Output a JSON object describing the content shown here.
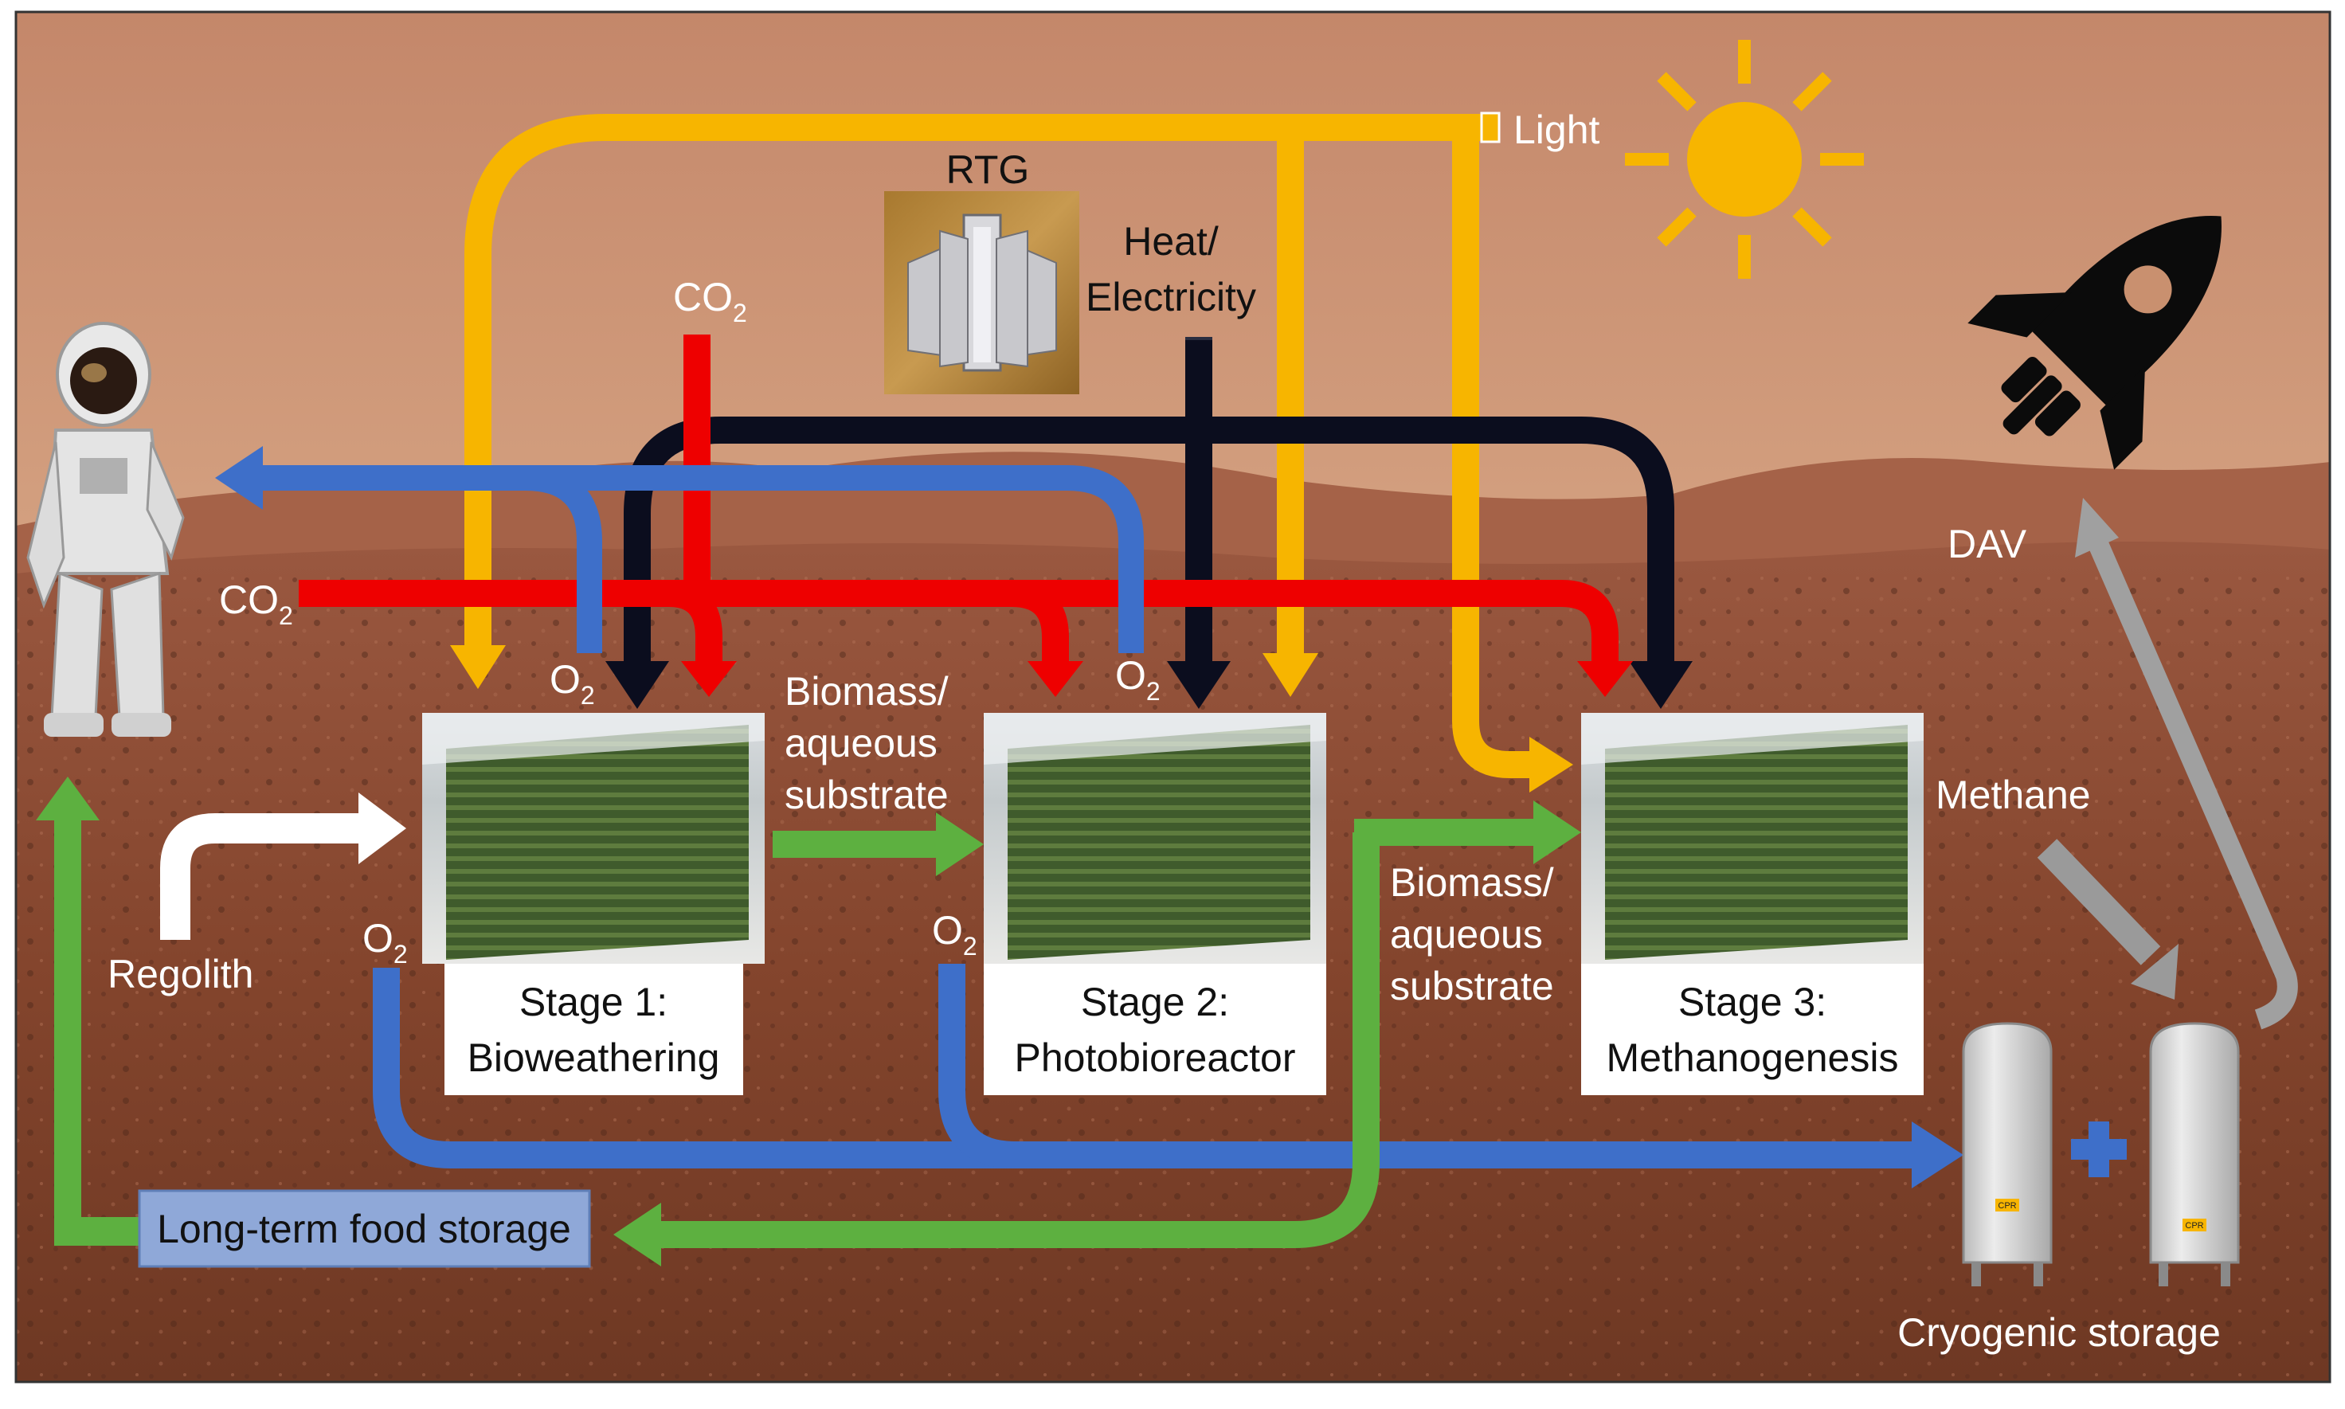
{
  "labels": {
    "light": "Light",
    "rtg": "RTG",
    "heat_line1": "Heat/",
    "heat_line2": "Electricity",
    "co2_top": "CO",
    "co2_left": "CO",
    "sub_2": "2",
    "o2_a": "O",
    "o2_b": "O",
    "o2_c": "O",
    "o2_d": "O",
    "dav": "DAV",
    "methane": "Methane",
    "regolith": "Regolith",
    "biomass1_l1": "Biomass/",
    "biomass1_l2": "aqueous",
    "biomass1_l3": "substrate",
    "biomass2_l1": "Biomass/",
    "biomass2_l2": "aqueous",
    "biomass2_l3": "substrate",
    "food_storage": "Long-term food storage",
    "cryo_storage": "Cryogenic storage",
    "tank_badge": "CPR"
  },
  "stages": [
    {
      "line1": "Stage 1:",
      "line2": "Bioweathering"
    },
    {
      "line1": "Stage 2:",
      "line2": "Photobioreactor"
    },
    {
      "line1": "Stage 3:",
      "line2": "Methanogenesis"
    }
  ],
  "colors": {
    "sky_top": "#c98a6a",
    "sky_bottom": "#e0b896",
    "ground": "#8a4a32",
    "light_flow": "#f7b500",
    "co2_flow": "#ee0000",
    "o2_flow": "#3e6fc9",
    "heat_flow": "#0b0d1e",
    "biomass_flow": "#5db040",
    "regolith_flow": "#ffffff",
    "methane_flow": "#9a9a9a",
    "food_box": "#8fa8d8",
    "sun": "#f7b500"
  },
  "icons": {
    "sun": "sun-icon",
    "rocket": "rocket-icon",
    "astronaut": "astronaut-icon",
    "rtg": "rtg-device-icon",
    "tank": "cryogenic-tank-icon"
  }
}
